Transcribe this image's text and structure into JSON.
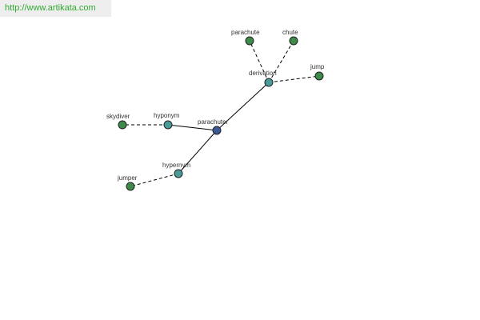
{
  "source_url": "http://www.artikata.com",
  "colors": {
    "center": "#3c5a96",
    "relation": "#4a9a9a",
    "word": "#3d8a4a",
    "banner_text": "#33aa33"
  },
  "nodes": {
    "center": {
      "label": "parachuter",
      "kind": "center"
    },
    "derivation": {
      "label": "derivation",
      "kind": "relation"
    },
    "hyponym": {
      "label": "hyponym",
      "kind": "relation"
    },
    "hypernym": {
      "label": "hypernym",
      "kind": "relation"
    },
    "parachute": {
      "label": "parachute",
      "kind": "word"
    },
    "chute": {
      "label": "chute",
      "kind": "word"
    },
    "jump": {
      "label": "jump",
      "kind": "word"
    },
    "skydiver": {
      "label": "skydiver",
      "kind": "word"
    },
    "jumper": {
      "label": "jumper",
      "kind": "word"
    }
  },
  "edges": [
    {
      "from": "center",
      "to": "derivation",
      "style": "solid"
    },
    {
      "from": "center",
      "to": "hyponym",
      "style": "solid"
    },
    {
      "from": "center",
      "to": "hypernym",
      "style": "solid"
    },
    {
      "from": "derivation",
      "to": "parachute",
      "style": "dashed"
    },
    {
      "from": "derivation",
      "to": "chute",
      "style": "dashed"
    },
    {
      "from": "derivation",
      "to": "jump",
      "style": "dashed"
    },
    {
      "from": "hyponym",
      "to": "skydiver",
      "style": "dashed"
    },
    {
      "from": "hypernym",
      "to": "jumper",
      "style": "dashed"
    }
  ]
}
